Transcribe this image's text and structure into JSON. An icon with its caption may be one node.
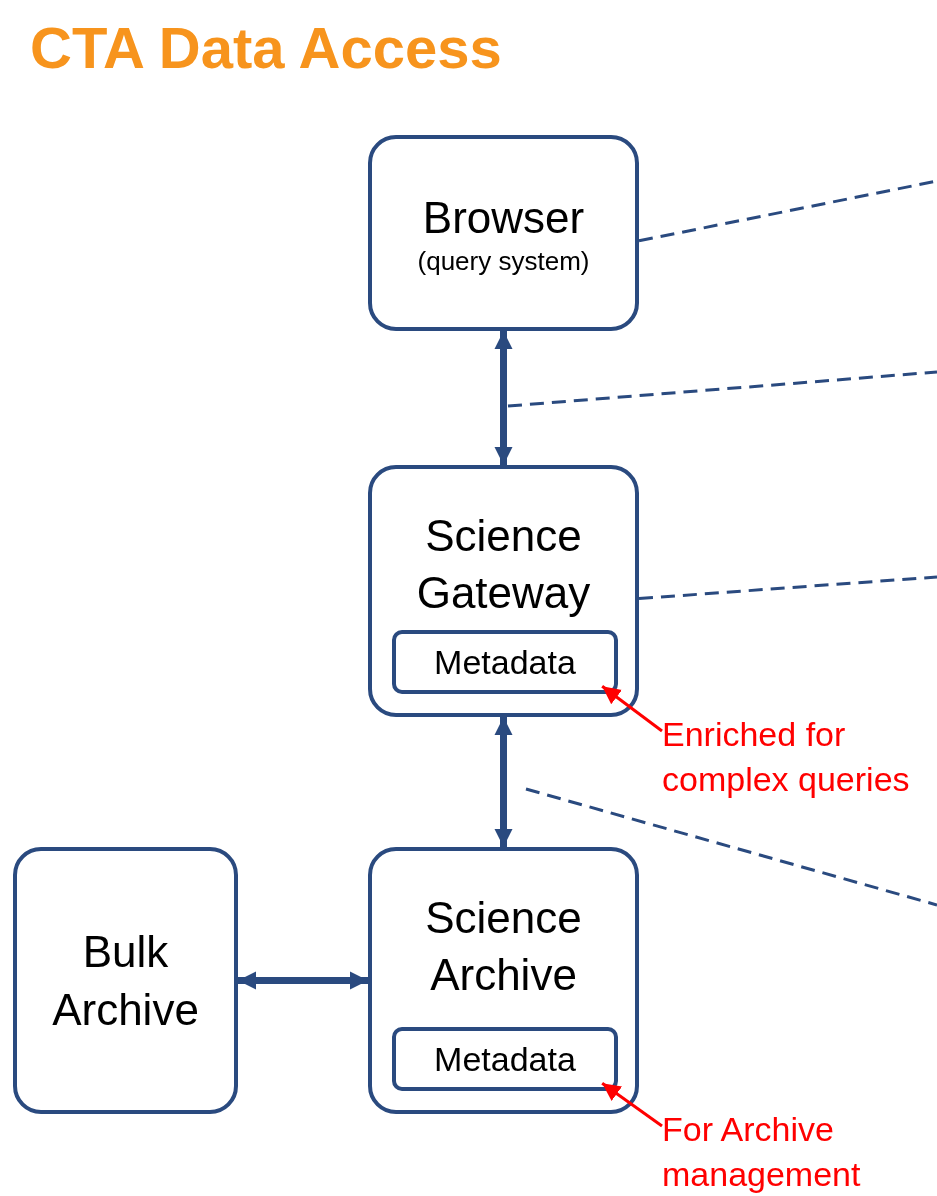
{
  "diagram": {
    "title": "CTA Data Access",
    "nodes": [
      {
        "text": [
          "Browser",
          "(query system)"
        ]
      },
      {
        "text": [
          "Science Gateway"
        ]
      },
      {
        "text": [
          "Metadata"
        ],
        "in": 1
      },
      {
        "text": [
          "Enriched for complex queries"
        ]
      },
      {
        "text": [
          "Bulk Archive"
        ]
      },
      {
        "text": [
          "Science Archive"
        ]
      },
      {
        "text": [
          "Metadata"
        ],
        "in": 5
      },
      {
        "text": [
          "For Archive management"
        ]
      }
    ],
    "edges": [
      {
        "from": 0,
        "to": 1,
        "arrow": "both",
        "style": "thick"
      },
      {
        "from": 1,
        "to": 5,
        "arrow": "both",
        "style": "thick"
      },
      {
        "from": 4,
        "to": 5,
        "arrow": "both",
        "style": "thick"
      },
      {
        "from": 3,
        "to": 2,
        "arrow": "to",
        "color": "#ff0000"
      },
      {
        "from": 7,
        "to": 6,
        "arrow": "to",
        "color": "#ff0000"
      },
      {
        "from": 0,
        "to": null,
        "arrow": "none",
        "style": "dashed"
      },
      {
        "from": 1,
        "to": null,
        "arrow": "none",
        "style": "dashed"
      }
    ]
  }
}
